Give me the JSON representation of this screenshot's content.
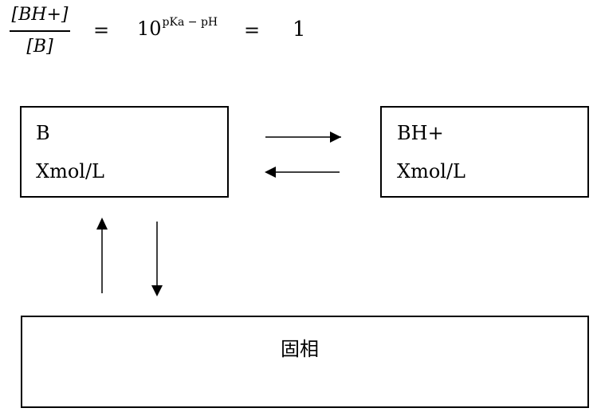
{
  "equation": {
    "numerator": "[BH+]",
    "denominator": "[B]",
    "equals": "=",
    "base": "10",
    "exponent": "pKa − pH",
    "result": "1"
  },
  "boxes": {
    "left": {
      "species": "B",
      "concentration": "Xmol/L"
    },
    "right": {
      "species": "BH+",
      "concentration": "Xmol/L"
    },
    "bottom": {
      "label": "固相"
    }
  },
  "arrows": [
    {
      "from": "B",
      "to": "BH+",
      "direction": "right"
    },
    {
      "from": "BH+",
      "to": "B",
      "direction": "left"
    },
    {
      "from": "固相",
      "to": "B",
      "direction": "up"
    },
    {
      "from": "B",
      "to": "固相",
      "direction": "down"
    }
  ]
}
